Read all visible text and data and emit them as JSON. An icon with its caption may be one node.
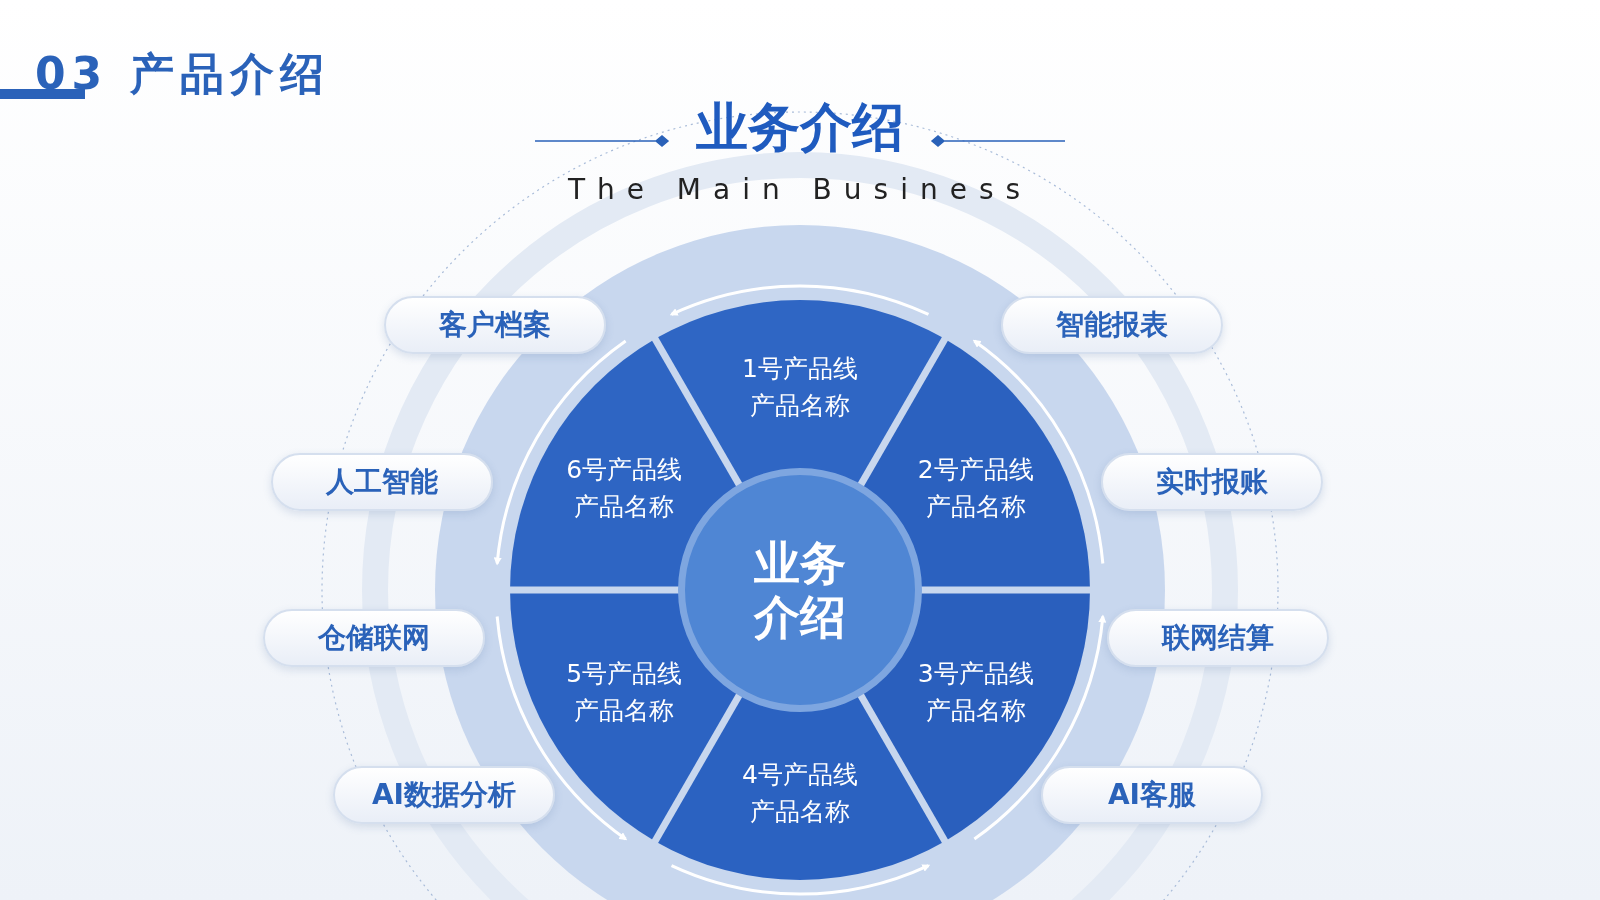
{
  "diagram": {
    "title": "业务介绍",
    "nodes": [
      {
        "text": [
          "客户档案"
        ]
      },
      {
        "text": [
          "智能报表"
        ]
      },
      {
        "text": [
          "1号产品线",
          "产品名称"
        ]
      },
      {
        "text": [
          "人工智能"
        ]
      },
      {
        "text": [
          "6号产品线",
          "产品名称"
        ]
      },
      {
        "text": [
          "2号产品线",
          "产品名称"
        ]
      },
      {
        "text": [
          "实时报账"
        ]
      },
      {
        "text": [
          "业务介绍"
        ]
      },
      {
        "text": [
          "仓储联网"
        ]
      },
      {
        "text": [
          "5号产品线",
          "产品名称"
        ]
      },
      {
        "text": [
          "3号产品线",
          "产品名称"
        ]
      },
      {
        "text": [
          "联网结算"
        ]
      },
      {
        "text": [
          "AI数据分析"
        ]
      },
      {
        "text": [
          "4号产品线",
          "产品名称"
        ]
      },
      {
        "text": [
          "AI客服"
        ]
      }
    ],
    "labels": [
      "03 产品介绍",
      "The Main Business"
    ]
  }
}
